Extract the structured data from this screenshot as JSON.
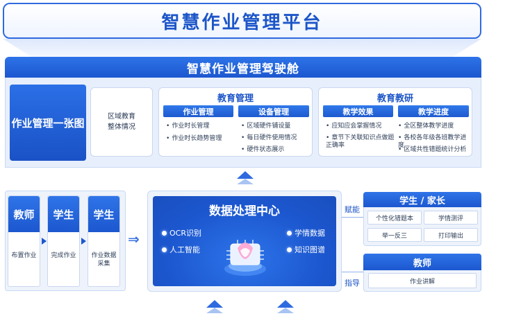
{
  "title": "智慧作业管理平台",
  "cockpit": {
    "title": "智慧作业管理驾驶舱",
    "map_label": "作业管理一张图",
    "region": [
      "区域教育",
      "整体情况"
    ],
    "edu_management": {
      "title": "教育管理",
      "homework_mgmt": {
        "title": "作业管理",
        "items": [
          "作业时长管理",
          "作业时长趋势管理"
        ]
      },
      "device_mgmt": {
        "title": "设备管理",
        "items": [
          "区域硬件铺设量",
          "每日硬件使用情况",
          "硬件状态展示"
        ]
      }
    },
    "edu_research": {
      "title": "教育教研",
      "teaching_effect": {
        "title": "教学效果",
        "items": [
          "应知应会掌握情况",
          "章节下关联知识点做题正确率"
        ]
      },
      "teaching_progress": {
        "title": "教学进度",
        "items": [
          "全区整体教学进度",
          "各校各年级各班教学进度",
          "区域共性错题统计分析"
        ]
      }
    }
  },
  "flow": {
    "roles": [
      {
        "title": "教师",
        "text": "布置作业"
      },
      {
        "title": "学生",
        "text": "完成作业"
      },
      {
        "title": "学生",
        "text": "作业数据采集"
      }
    ]
  },
  "data_center": {
    "title": "数据处理中心",
    "left_items": [
      "OCR识别",
      "人工智能"
    ],
    "right_items": [
      "学情数据",
      "知识图谱"
    ]
  },
  "labels": {
    "empower": "赋能",
    "guide": "指导"
  },
  "student_parent": {
    "title": "学生 / 家长",
    "items": [
      "个性化错题本",
      "学情测评",
      "举一反三",
      "打印输出"
    ]
  },
  "teacher": {
    "title": "教师",
    "item": "作业讲解"
  },
  "colors": {
    "primary": "#1c57cf",
    "accent": "#2f74e8",
    "panel_bg": "#e7effc"
  }
}
